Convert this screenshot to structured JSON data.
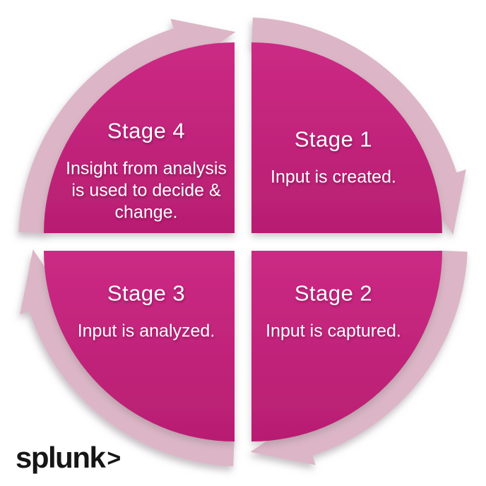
{
  "diagram": {
    "type": "cycle",
    "flow_direction": "clockwise",
    "stages": [
      {
        "id": "stage1",
        "label": "Stage 1",
        "description": "Input is created."
      },
      {
        "id": "stage2",
        "label": "Stage 2",
        "description": "Input is captured."
      },
      {
        "id": "stage3",
        "label": "Stage 3",
        "description": "Input is analyzed."
      },
      {
        "id": "stage4",
        "label": "Stage 4",
        "description": "Insight from analysis is used to decide & change."
      }
    ],
    "colors": {
      "quadrant": "#b81e72",
      "quadrant_light": "#cb2a84",
      "arrow_band": "#dcb6c6",
      "stage_text": "#ffffff",
      "background": "#ffffff",
      "logo": "#161616"
    }
  },
  "logo": {
    "text": "splunk",
    "chevron": ">"
  }
}
